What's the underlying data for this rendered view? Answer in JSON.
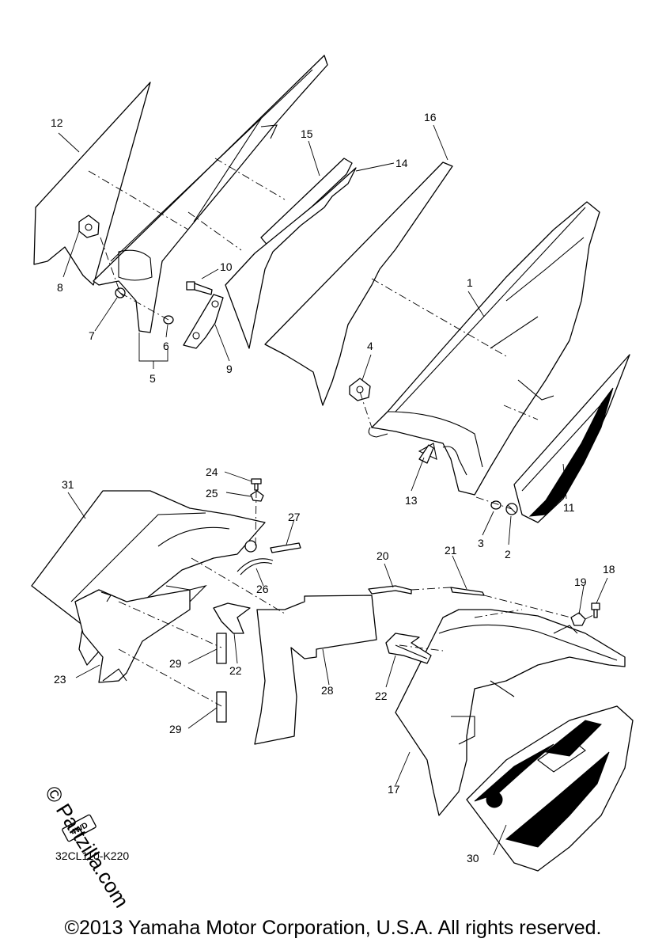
{
  "diagram": {
    "labels": [
      "1",
      "2",
      "3",
      "4",
      "5",
      "6",
      "7",
      "8",
      "9",
      "10",
      "11",
      "12",
      "13",
      "14",
      "15",
      "16",
      "17",
      "18",
      "19",
      "20",
      "21",
      "22",
      "22",
      "23",
      "24",
      "25",
      "26",
      "27",
      "28",
      "29",
      "29",
      "30",
      "31"
    ],
    "drawing_code": "32CL110-K220",
    "badge": "4WD",
    "watermark": "© Partzilla.com"
  },
  "footer": {
    "copyright": "©2013 Yamaha Motor Corporation, U.S.A. All rights reserved."
  }
}
